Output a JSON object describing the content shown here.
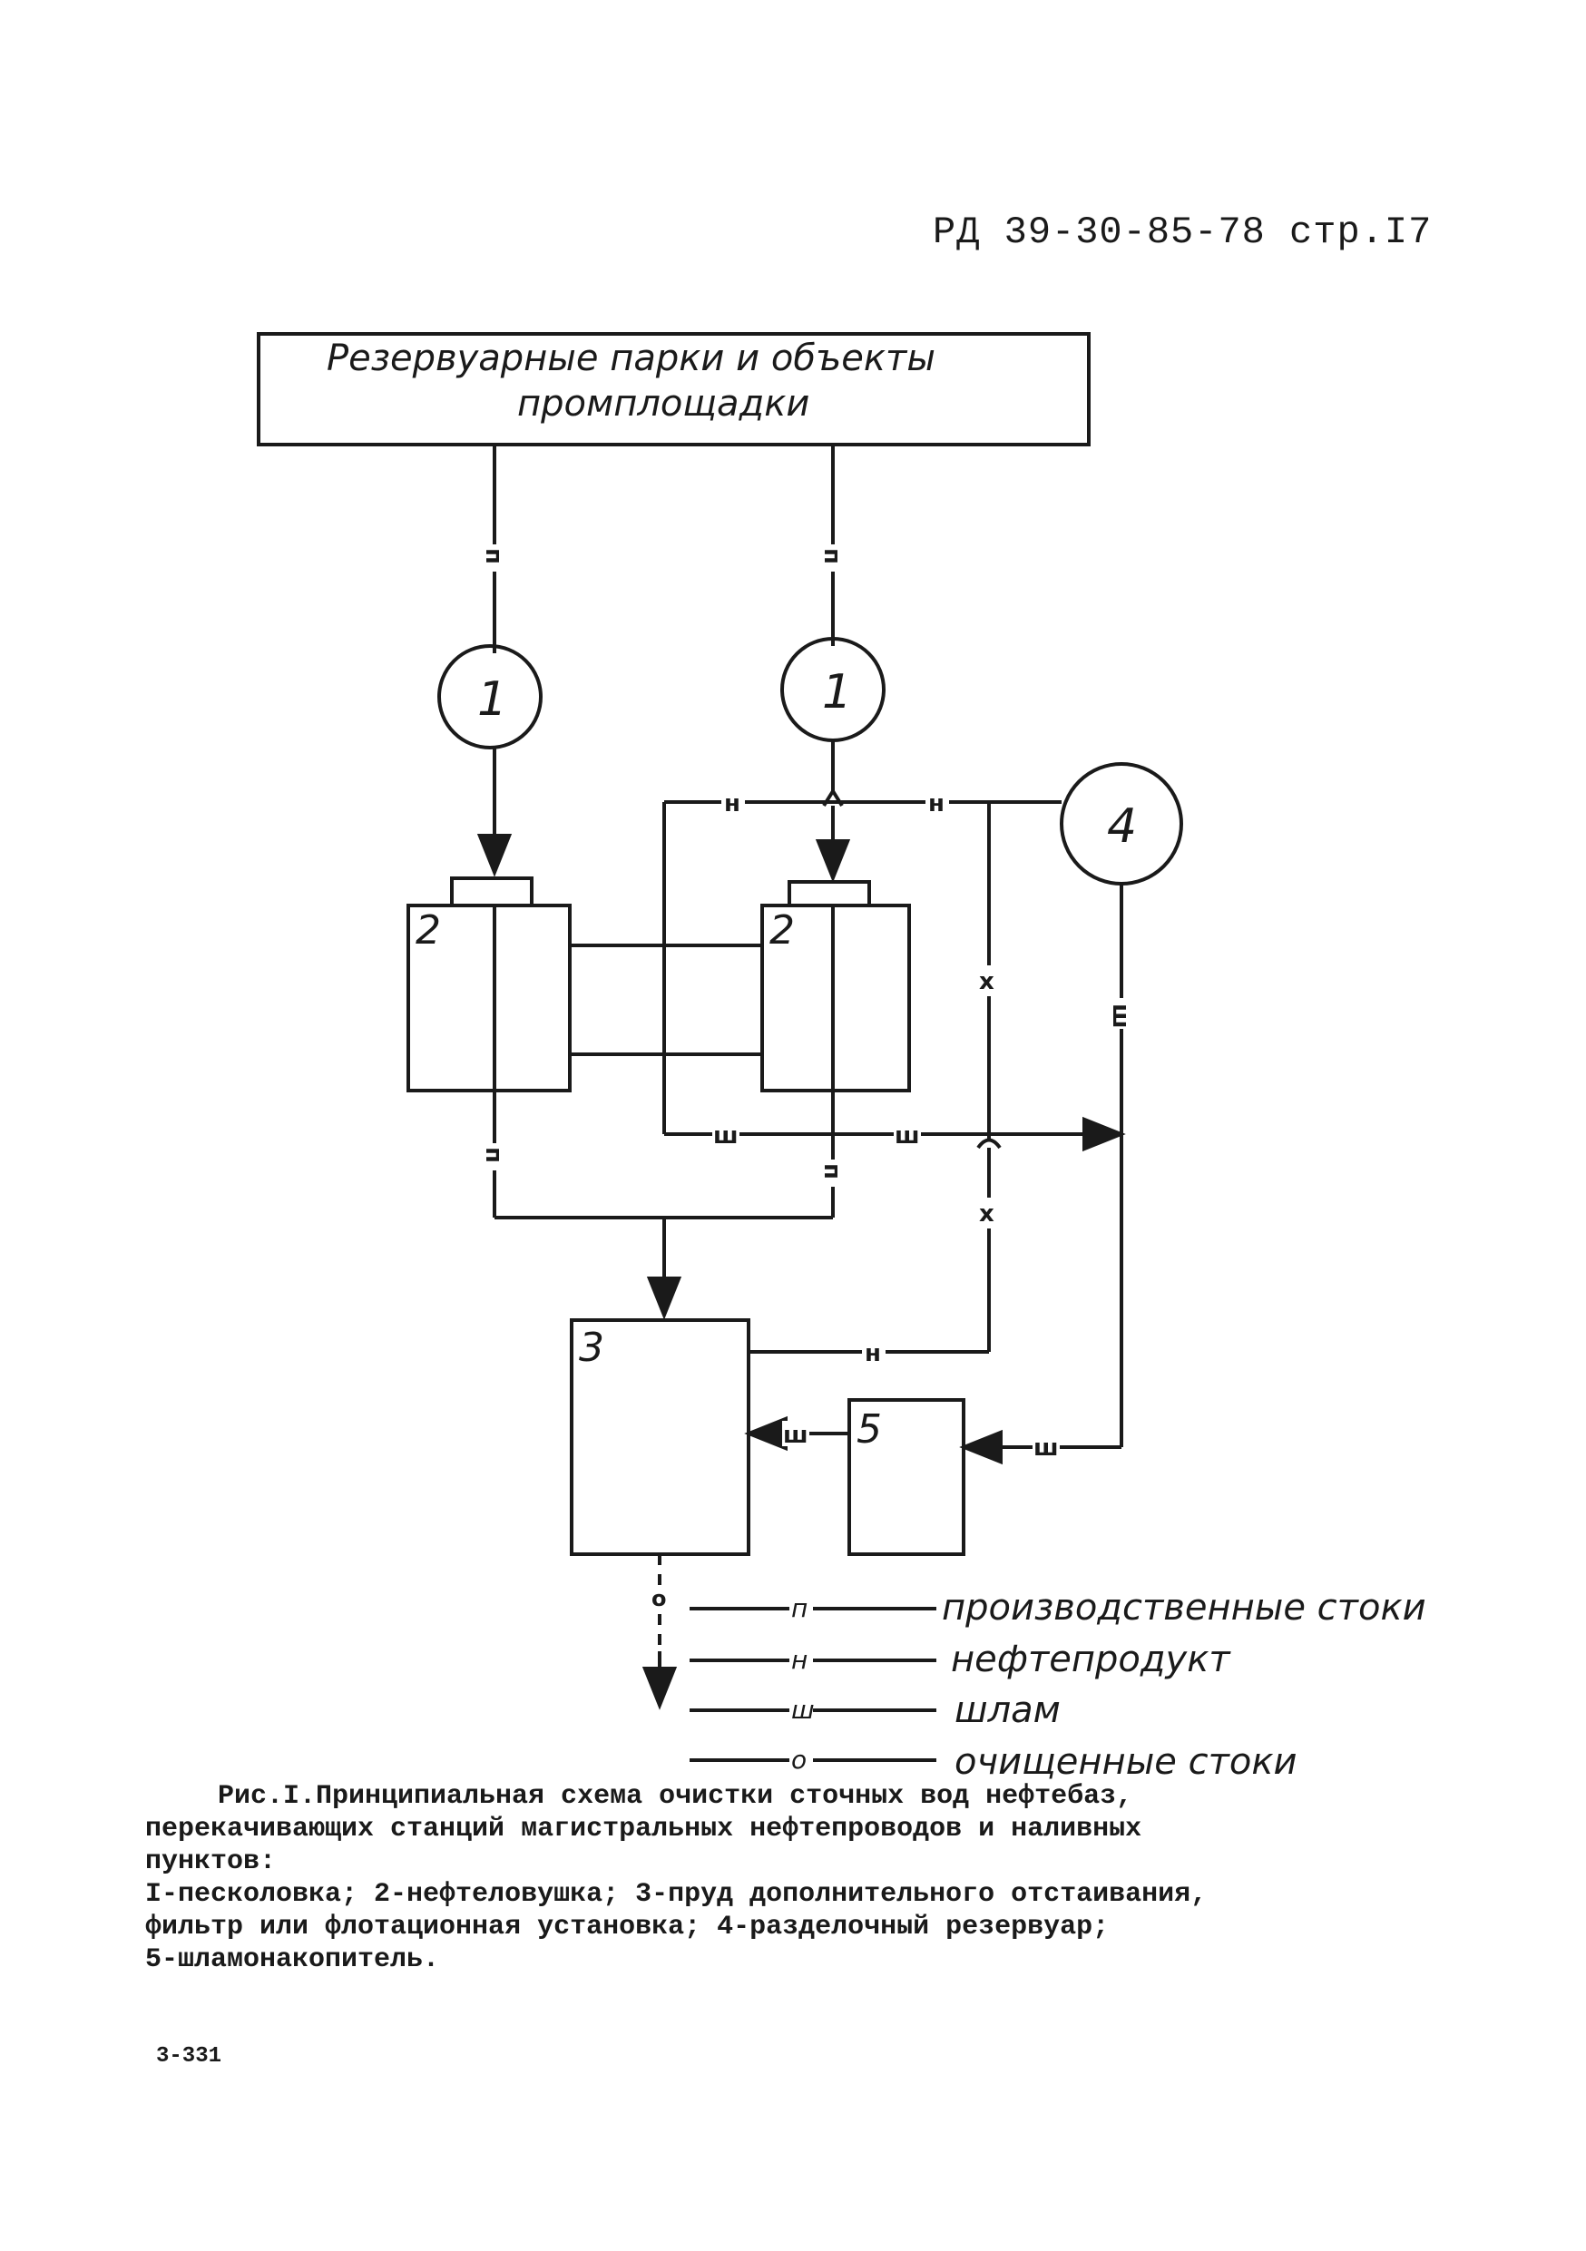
{
  "header": {
    "doc_ref": "РД 39-30-85-78 стр.I7"
  },
  "diagram": {
    "source_box": {
      "line1": "Резервуарные парки и объекты",
      "line2": "промплощадки"
    },
    "nodes": {
      "n1a": "1",
      "n1b": "1",
      "n2a": "2",
      "n2b": "2",
      "n3": "3",
      "n4": "4",
      "n5": "5"
    },
    "flow_labels": {
      "p": "п",
      "n": "н",
      "sh": "ш",
      "o": "о",
      "x": "x",
      "sh_rot": "ш"
    },
    "legend": [
      {
        "code": "п",
        "text": "производственные стоки"
      },
      {
        "code": "н",
        "text": "нефтепродукт"
      },
      {
        "code": "ш",
        "text": "шлам"
      },
      {
        "code": "о",
        "text": "очищенные стоки"
      }
    ]
  },
  "caption": {
    "line1": "Рис.I.Принципиальная схема очистки сточных вод нефтебаз,",
    "line2": "перекачивающих станций магистральных нефтепроводов и наливных",
    "line3": "пунктов:",
    "line4": "I-песколовка; 2-нефтеловушка; 3-пруд дополнительного отстаивания,",
    "line5": "фильтр или флотационная установка; 4-разделочный резервуар;",
    "line6": "5-шламонакопитель."
  },
  "footer": {
    "code": "3-331"
  }
}
